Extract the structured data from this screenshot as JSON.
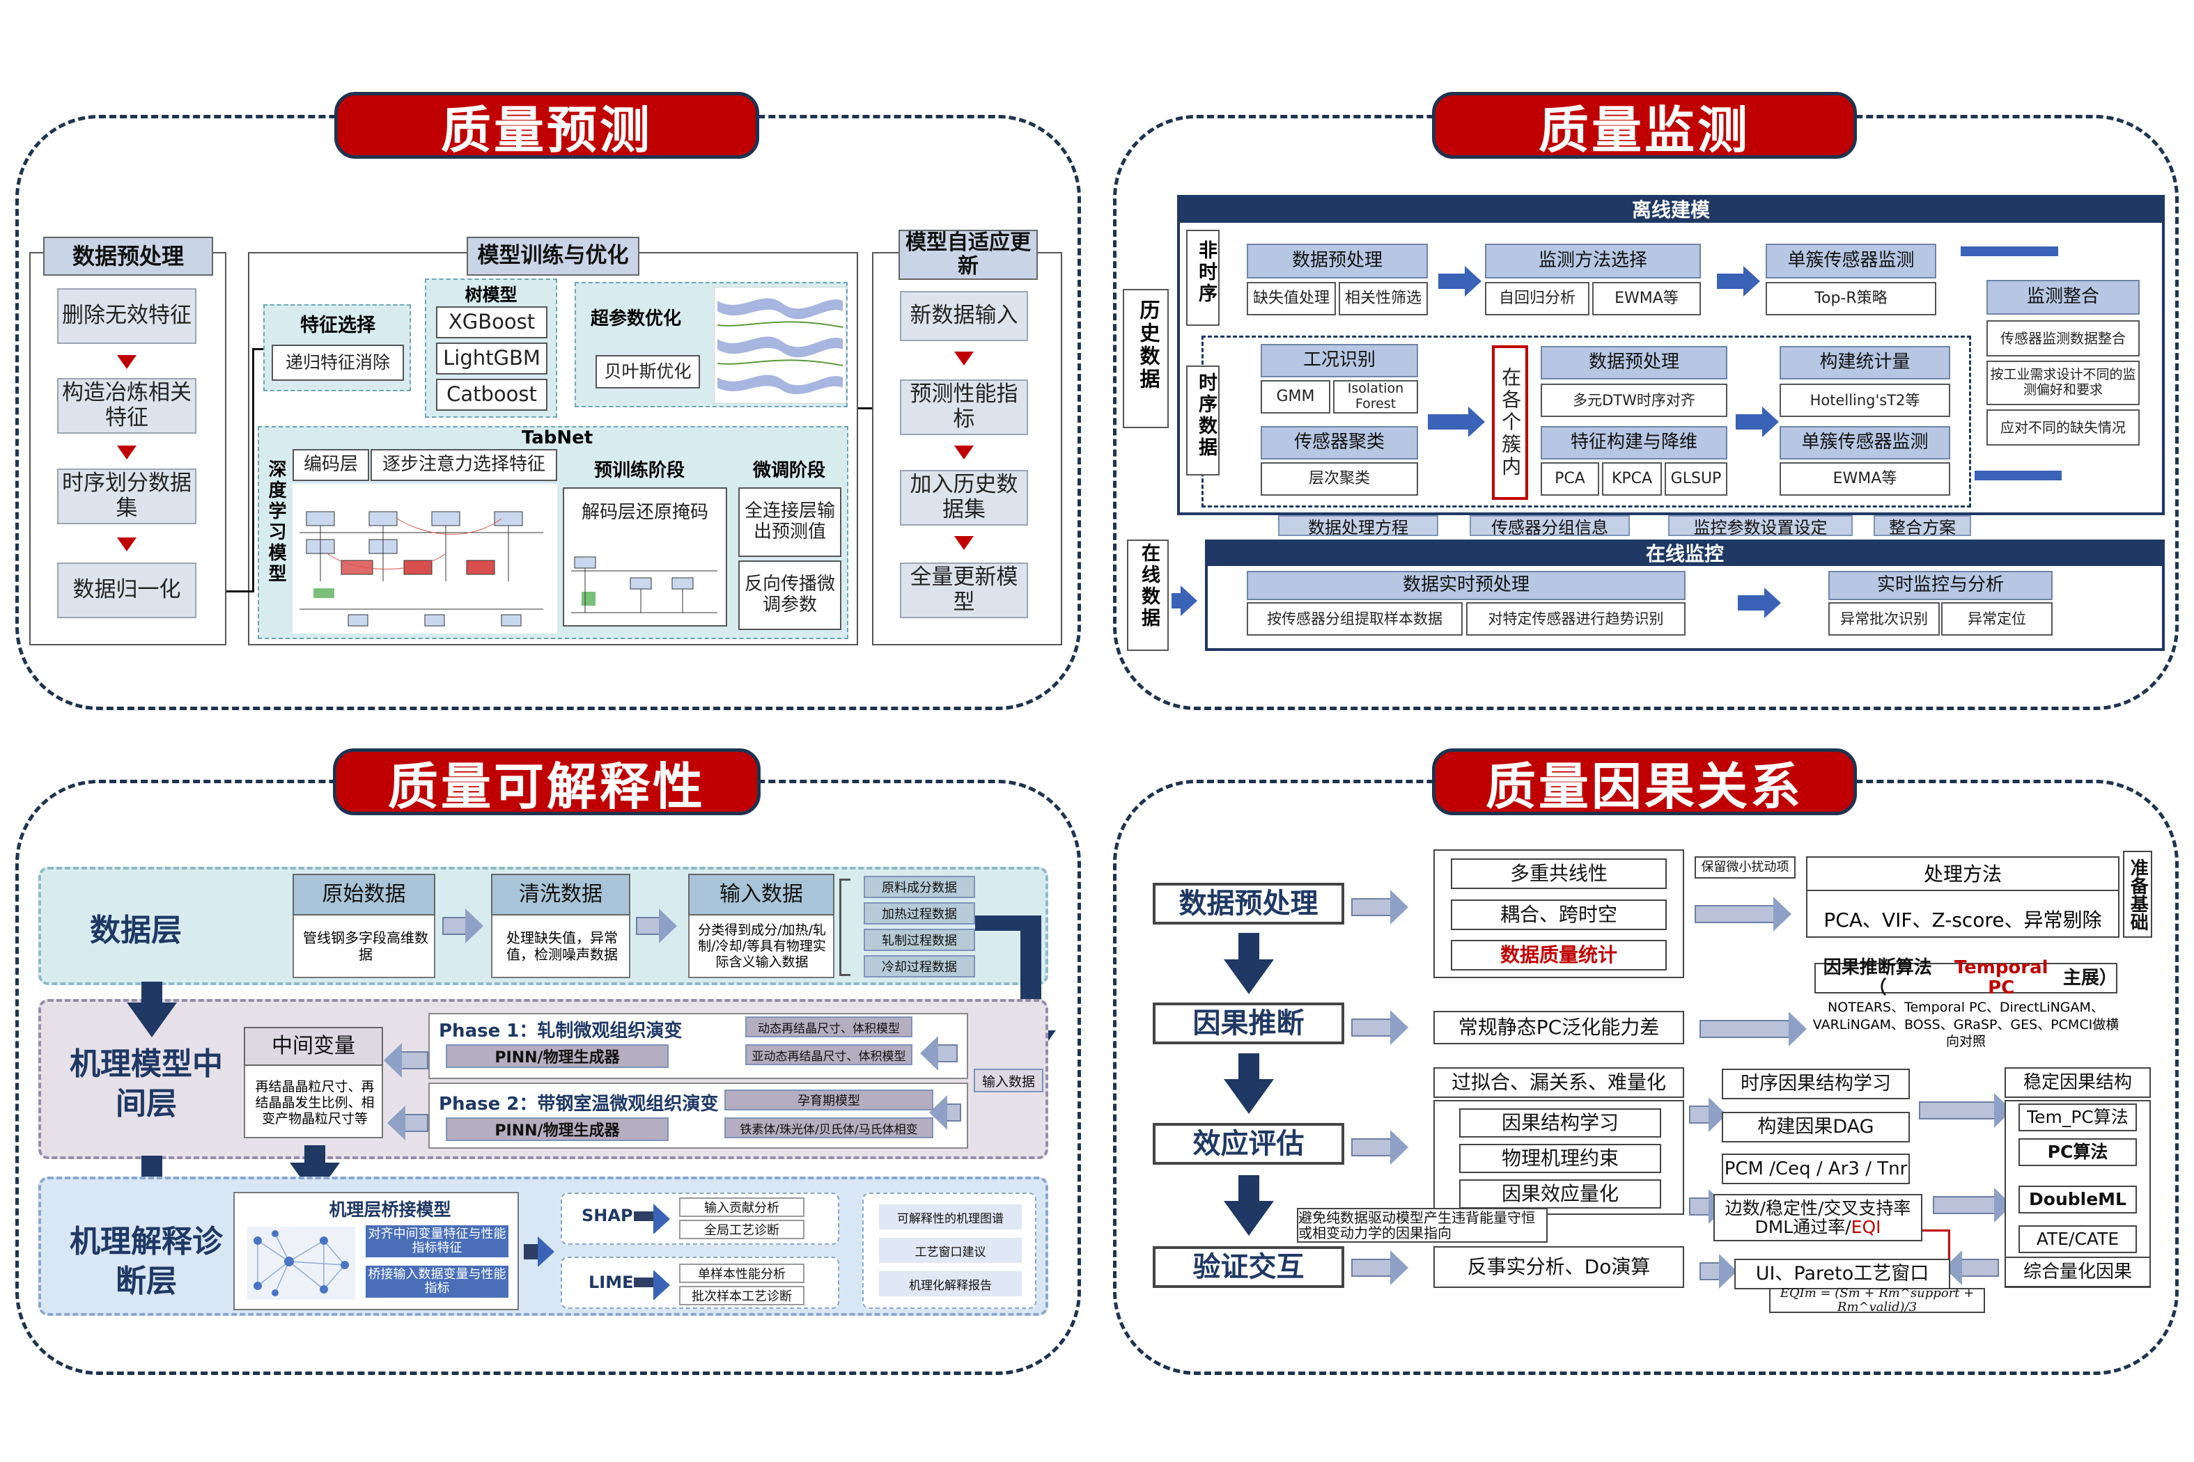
{
  "titles": {
    "q1": "质量预测",
    "q2": "质量监测",
    "q3": "质量可解释性",
    "q4": "质量因果关系"
  },
  "prediction": {
    "preprocess": {
      "title": "数据预处理",
      "steps": [
        "删除无效特征",
        "构造冶炼相关特征",
        "时序划分数据集",
        "数据归一化"
      ]
    },
    "train": {
      "title": "模型训练与优化",
      "feature_title": "特征选择",
      "feature_item": "递归特征消除",
      "tree_title": "树模型",
      "trees": [
        "XGBoost",
        "LightGBM",
        "Catboost"
      ],
      "hyper_title": "超参数优化",
      "hyper_item": "贝叶斯优化",
      "tabnet": "TabNet",
      "deep": "深度学习模型",
      "encoder": "编码层",
      "encoder_desc": "逐步注意力选择特征",
      "pretrain": "预训练阶段",
      "decoder": "解码层还原掩码",
      "finetune": "微调阶段",
      "ft1": "全连接层输出预测值",
      "ft2": "反向传播微调参数"
    },
    "update": {
      "title": "模型自适应更新",
      "steps": [
        "新数据输入",
        "预测性能指标",
        "加入历史数据集",
        "全量更新模型"
      ]
    }
  },
  "monitor": {
    "offline": "离线建模",
    "history": "历史数据",
    "nonseq": "非时序",
    "seq": "时序数据",
    "online_side": "在线数据",
    "r1": {
      "pre": "数据预处理",
      "pre_a": "缺失值处理",
      "pre_b": "相关性筛选",
      "method": "监测方法选择",
      "method_a": "自回归分析",
      "method_b": "EWMA等",
      "single": "单簇传感器监测",
      "single_a": "Top-R策略"
    },
    "r2": {
      "cond": "工况识别",
      "gmm": "GMM",
      "iso": "Isolation Forest",
      "cluster": "传感器聚类",
      "cluster_a": "层次聚类",
      "incluster": "在各个簇内",
      "pre": "数据预处理",
      "pre_a": "多元DTW时序对齐",
      "feat": "特征构建与降维",
      "pca": "PCA",
      "kpca": "KPCA",
      "glsup": "GLSUP",
      "stat": "构建统计量",
      "stat_a": "Hotelling'sT2等",
      "single": "单簇传感器监测",
      "single_a": "EWMA等"
    },
    "merge": {
      "title": "监测整合",
      "a": "传感器监测数据整合",
      "b": "按工业需求设计不同的监测偏好和要求",
      "c": "应对不同的缺失情况"
    },
    "tags": [
      "数据处理方程",
      "传感器分组信息",
      "监控参数设置设定",
      "整合方案"
    ],
    "online": "在线监控",
    "rt": "数据实时预处理",
    "rt_a": "按传感器分组提取样本数据",
    "rt_b": "对特定传感器进行趋势识别",
    "ana": "实时监控与分析",
    "ana_a": "异常批次识别",
    "ana_b": "异常定位"
  },
  "explain": {
    "l1": "数据层",
    "l2": "机理模型中间层",
    "l3": "机理解释诊断层",
    "raw": "原始数据",
    "raw_d": "管线钢多字段高维数据",
    "clean": "清洗数据",
    "clean_d": "处理缺失值，异常值，检测噪声数据",
    "input": "输入数据",
    "input_d": "分类得到成分/加热/轧制/冷却/等具有物理实际含义输入数据",
    "cats": [
      "原料成分数据",
      "加热过程数据",
      "轧制过程数据",
      "冷却过程数据"
    ],
    "mid": "中间变量",
    "mid_d": "再结晶晶粒尺寸、再结晶晶发生比例、相变产物晶粒尺寸等",
    "p1": "Phase 1：轧制微观组织演变",
    "p1_pinn": "PINN/物理生成器",
    "p1_a": "动态再结晶尺寸、体积模型",
    "p1_b": "亚动态再结晶尺寸、体积模型",
    "p2": "Phase 2：带钢室温微观组织演变",
    "p2_pinn": "PINN/物理生成器",
    "p2_a": "孕育期模型",
    "p2_b": "铁素体/珠光体/贝氏体/马氏体相变",
    "inlabel": "输入数据",
    "bridge": "机理层桥接模型",
    "bridge_a": "对齐中间变量特征与性能指标特征",
    "bridge_b": "桥接输入数据变量与性能指标",
    "shap": "SHAP",
    "shap_a": "输入贡献分析",
    "shap_b": "全局工艺诊断",
    "lime": "LIME",
    "lime_a": "单样本性能分析",
    "lime_b": "批次样本工艺诊断",
    "out": [
      "可解释性的机理图谱",
      "工艺窗口建议",
      "机理化解释报告"
    ]
  },
  "causal": {
    "steps": [
      "数据预处理",
      "因果推断",
      "效应评估",
      "验证交互"
    ],
    "dp": [
      "多重共线性",
      "耦合、跨时空",
      "数据质量统计"
    ],
    "keep": "保留微小扰动项",
    "method": "处理方法",
    "method_d": "PCA、VIF、Z-score、异常剔除",
    "prep": "准备基础",
    "algo_pre": "因果推断算法（",
    "algo_mid": "Temporal PC",
    "algo_post": "主展）",
    "algo_list": "NOTEARS、Temporal PC、DirectLiNGAM、VARLiNGAM、BOSS、GRaSP、GES、PCMCI做横向对照",
    "static": "常规静态PC泛化能力差",
    "overfit": "过拟合、漏关系、难量化",
    "mid": [
      "因果结构学习",
      "物理机理约束",
      "因果效应量化"
    ],
    "ts": "时序因果结构学习",
    "dag": "构建因果DAG",
    "pcm": "PCM /Ceq / Ar3 / Tnr",
    "margin": "边数/稳定性/交叉支持率",
    "dml_pre": "DML通过率/",
    "dml_eqi": "EQI",
    "stable": "稳定因果结构",
    "tem": "Tem_PC算法",
    "pca": "PC算法",
    "dml": "DoubleML",
    "ate": "ATE/CATE",
    "q": "综合量化因果",
    "note": "避免纯数据驱动模型产生违背能量守恒或相变动力学的因果指向",
    "cf": "反事实分析、Do演算",
    "ui": "UI、Pareto工艺窗口",
    "formula": "EQIm = (Sm + Rm^support + Rm^valid)/3"
  }
}
